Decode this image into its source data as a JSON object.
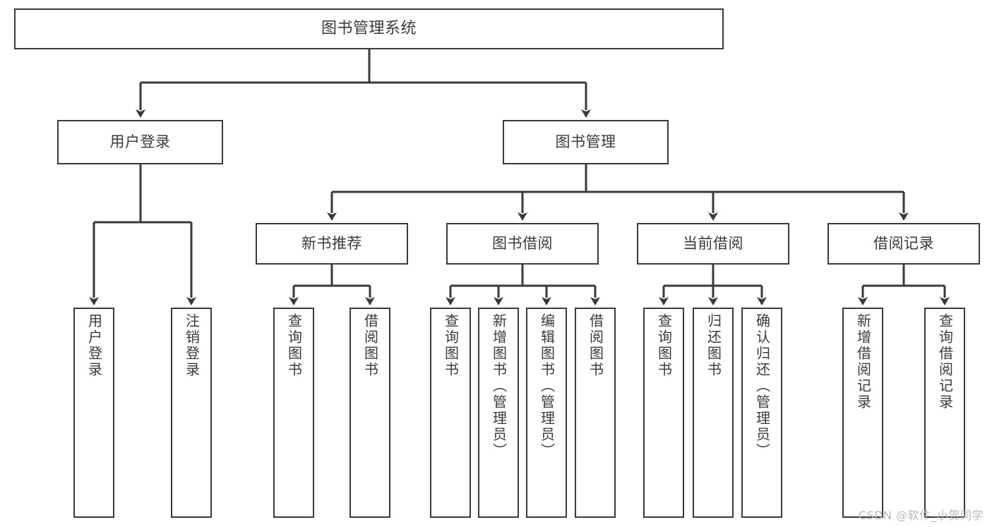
{
  "diagram": {
    "title": "图书管理系统",
    "type": "tree-hierarchy-chart",
    "watermark": "CSDN @软件_小贺同学",
    "colors": {
      "box_border": "#3a3a3a",
      "box_fill": "#ffffff",
      "connector": "#3a3a3a",
      "text": "#3a3a3a",
      "watermark": "#b9b9b9",
      "background": "#ffffff"
    },
    "nodes": {
      "root": {
        "label": "图书管理系统"
      },
      "level2": [
        {
          "id": "user-login",
          "label": "用户登录"
        },
        {
          "id": "book-manage",
          "label": "图书管理"
        }
      ],
      "level3": [
        {
          "id": "new-book-recommend",
          "label": "新书推荐"
        },
        {
          "id": "book-borrow",
          "label": "图书借阅"
        },
        {
          "id": "current-borrow",
          "label": "当前借阅"
        },
        {
          "id": "borrow-record",
          "label": "借阅记录"
        }
      ],
      "leaves": [
        {
          "id": "leaf-user-login",
          "label": "用户登录"
        },
        {
          "id": "leaf-logout-login",
          "label": "注销登录"
        },
        {
          "id": "leaf-query-book-1",
          "label": "查询图书"
        },
        {
          "id": "leaf-borrow-book-1",
          "label": "借阅图书"
        },
        {
          "id": "leaf-query-book-2",
          "label": "查询图书"
        },
        {
          "id": "leaf-add-book-admin",
          "label": "新增图书（管理员）"
        },
        {
          "id": "leaf-edit-book-admin",
          "label": "编辑图书（管理员）"
        },
        {
          "id": "leaf-borrow-book-2",
          "label": "借阅图书"
        },
        {
          "id": "leaf-query-book-3",
          "label": "查询图书"
        },
        {
          "id": "leaf-return-book",
          "label": "归还图书"
        },
        {
          "id": "leaf-confirm-return-admin",
          "label": "确认归还（管理员）"
        },
        {
          "id": "leaf-add-borrow-record",
          "label": "新增借阅记录"
        },
        {
          "id": "leaf-query-borrow-record",
          "label": "查询借阅记录"
        }
      ]
    }
  }
}
